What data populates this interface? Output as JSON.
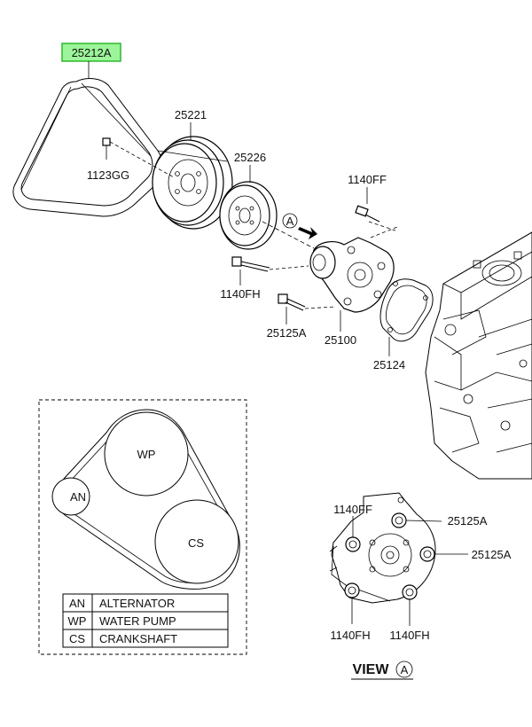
{
  "colors": {
    "highlight_fill": "#9cf59a",
    "highlight_stroke": "#2db82b",
    "line": "#000000"
  },
  "callouts": {
    "belt": "25212A",
    "crank_pulley": "25221",
    "bolt_crank": "1123GG",
    "wp_pulley": "25226",
    "bolt_1140FF_top": "1140FF",
    "bolt_1140FH_main": "1140FH",
    "bolt_25125A_main": "25125A",
    "water_pump": "25100",
    "gasket": "25124",
    "view_marker": "A"
  },
  "belt_routing": {
    "pulleys": [
      {
        "code": "WP",
        "label": "WP"
      },
      {
        "code": "AN",
        "label": "AN"
      },
      {
        "code": "CS",
        "label": "CS"
      }
    ],
    "legend": [
      {
        "code": "AN",
        "name": "ALTERNATOR"
      },
      {
        "code": "WP",
        "name": "WATER PUMP"
      },
      {
        "code": "CS",
        "name": "CRANKSHAFT"
      }
    ]
  },
  "view_a": {
    "title": "VIEW",
    "marker": "A",
    "labels": {
      "top_left": "1140FF",
      "top_right": "25125A",
      "right": "25125A",
      "bottom_left": "1140FH",
      "bottom_right": "1140FH"
    }
  }
}
